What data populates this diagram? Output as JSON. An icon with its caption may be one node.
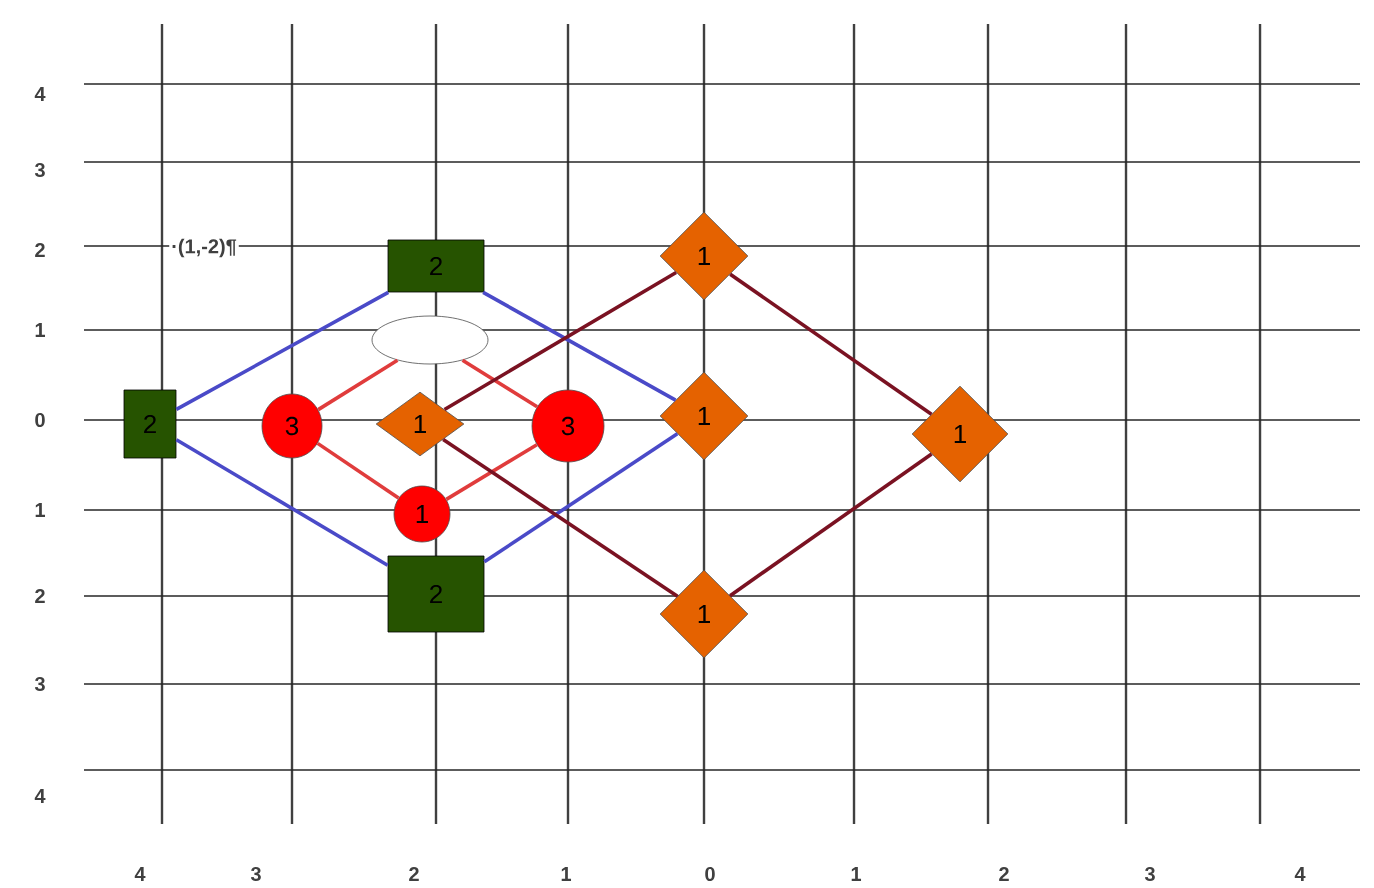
{
  "diagram": {
    "nodes": [
      {
        "text": [
          "2"
        ]
      },
      {
        "text": [
          "2"
        ]
      },
      {
        "text": [
          "2"
        ]
      },
      {
        "text": [],
        "shape": "ellipse"
      },
      {
        "text": [
          "3"
        ]
      },
      {
        "text": [
          "3"
        ]
      },
      {
        "text": [
          "1"
        ]
      },
      {
        "text": [
          "1"
        ]
      },
      {
        "text": [
          "1"
        ]
      },
      {
        "text": [
          "1"
        ]
      },
      {
        "text": [
          "1"
        ]
      },
      {
        "text": [
          "1"
        ]
      }
    ],
    "edges": [
      {
        "from": 0,
        "to": 1,
        "arrow": "none",
        "color": "#4a4ac8"
      },
      {
        "from": 0,
        "to": 2,
        "arrow": "none",
        "color": "#4a4ac8"
      },
      {
        "from": 1,
        "to": 9,
        "arrow": "none",
        "color": "#4a4ac8"
      },
      {
        "from": 2,
        "to": 9,
        "arrow": "none",
        "color": "#4a4ac8"
      },
      {
        "from": 4,
        "to": 3,
        "arrow": "none",
        "color": "#e03c3c"
      },
      {
        "from": 4,
        "to": 6,
        "arrow": "none",
        "color": "#e03c3c"
      },
      {
        "from": 3,
        "to": 5,
        "arrow": "none",
        "color": "#e03c3c"
      },
      {
        "from": 6,
        "to": 5,
        "arrow": "none",
        "color": "#e03c3c"
      },
      {
        "from": 7,
        "to": 8,
        "arrow": "none",
        "color": "#7a1222"
      },
      {
        "from": 7,
        "to": 10,
        "arrow": "none",
        "color": "#7a1222"
      },
      {
        "from": 8,
        "to": 11,
        "arrow": "none",
        "color": "#7a1222"
      },
      {
        "from": 10,
        "to": 11,
        "arrow": "none",
        "color": "#7a1222"
      }
    ],
    "labels": [
      "4",
      "3",
      "2",
      "·(1,-2)¶",
      "1",
      "0",
      "1",
      "2",
      "3",
      "4",
      "4",
      "3",
      "2",
      "1",
      "0",
      "1",
      "2",
      "3",
      "4"
    ]
  }
}
